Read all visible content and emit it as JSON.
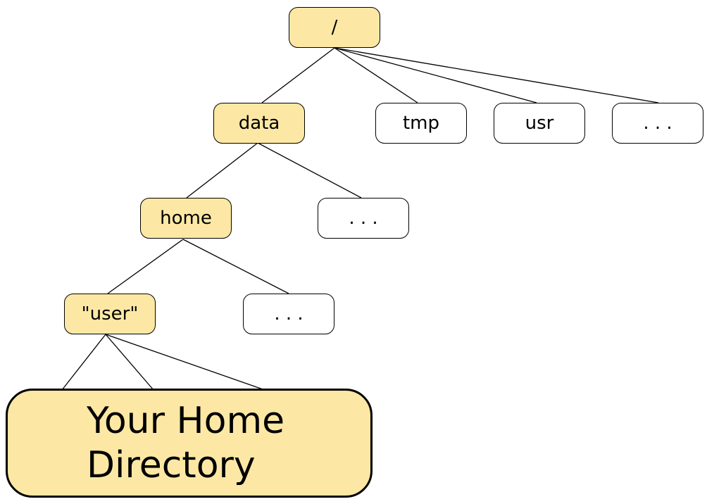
{
  "colors": {
    "highlight": "#fce8a4",
    "plain": "#ffffff",
    "stroke": "#000000"
  },
  "nodes": {
    "root": {
      "label": "/",
      "highlighted": true
    },
    "data": {
      "label": "data",
      "highlighted": true
    },
    "tmp": {
      "label": "tmp",
      "highlighted": false
    },
    "usr": {
      "label": "usr",
      "highlighted": false
    },
    "root_more": {
      "label": ". . .",
      "highlighted": false
    },
    "home": {
      "label": "home",
      "highlighted": true
    },
    "data_more": {
      "label": ". . .",
      "highlighted": false
    },
    "user": {
      "label": "\"user\"",
      "highlighted": true
    },
    "home_more": {
      "label": ". . .",
      "highlighted": false
    },
    "home_dir": {
      "label": "Your Home Directory",
      "highlighted": true
    }
  },
  "edges": [
    [
      "root",
      "data"
    ],
    [
      "root",
      "tmp"
    ],
    [
      "root",
      "usr"
    ],
    [
      "root",
      "root_more"
    ],
    [
      "data",
      "home"
    ],
    [
      "data",
      "data_more"
    ],
    [
      "home",
      "user"
    ],
    [
      "home",
      "home_more"
    ],
    [
      "user",
      "home_dir"
    ],
    [
      "user",
      "home_dir"
    ],
    [
      "user",
      "home_dir"
    ]
  ]
}
